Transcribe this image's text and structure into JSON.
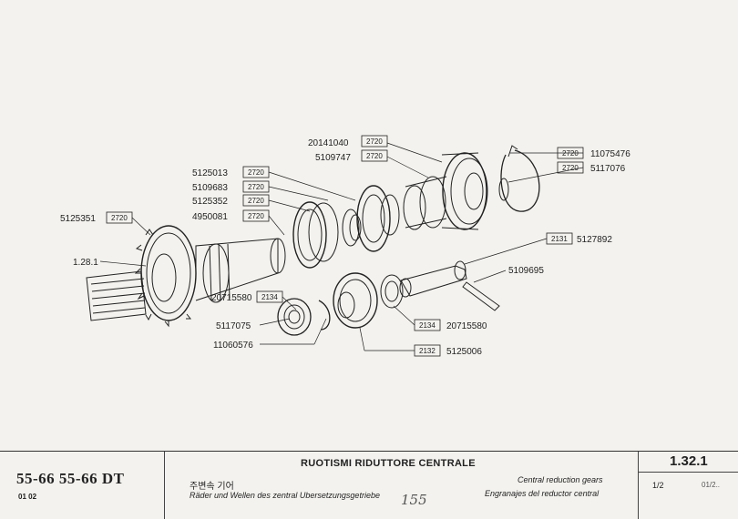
{
  "parts": {
    "p20141040": "20141040",
    "p5109747": "5109747",
    "p11075476": "11075476",
    "p5117076": "5117076",
    "p5125013": "5125013",
    "p5109683": "5109683",
    "p5125352": "5125352",
    "p4950081": "4950081",
    "p5125351": "5125351",
    "p5127892": "5127892",
    "p1281": "1.28.1",
    "p5109695": "5109695",
    "p20715580a": "20715580",
    "p5117075": "5117075",
    "p11060576": "11060576",
    "p20715580b": "20715580",
    "p5125006": "5125006"
  },
  "refs": {
    "r2720": "2720",
    "r2131": "2131",
    "r2134": "2134",
    "r2132": "2132"
  },
  "footer": {
    "model": "55-66  55-66 DT",
    "model_code": "01 02",
    "title_it": "RUOTISMI RIDUTTORE CENTRALE",
    "title_ko": "주변속 기어",
    "title_de": "Räder und Wellen des zentral Ubersetzungsgetriebe",
    "title_en": "Central reduction gears",
    "title_es": "Engranajes del reductor central",
    "handwritten": "155",
    "page_number": "1.32.1",
    "sheet": "1/2",
    "sheet_code": "01/2.."
  },
  "colors": {
    "ink": "#222222",
    "paper": "#f3f2ee"
  }
}
